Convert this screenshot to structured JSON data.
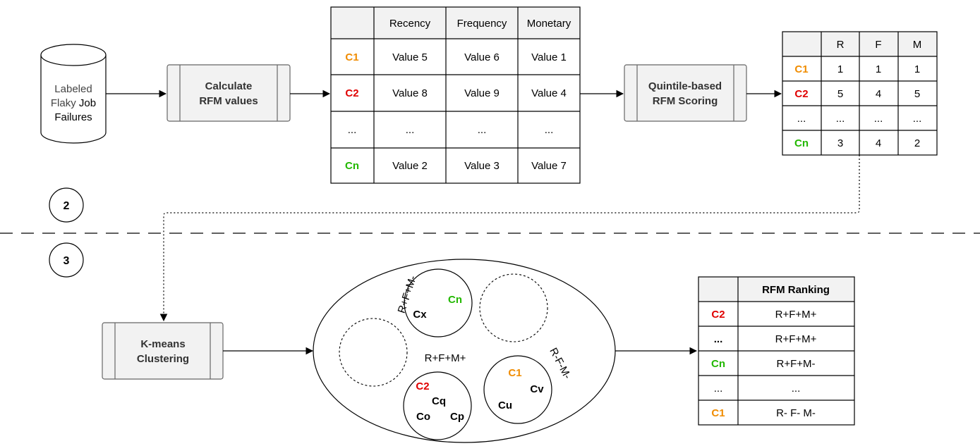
{
  "database": {
    "line1": "Labeled",
    "line2_a": "Flaky",
    "line2_b": "Job",
    "line3": "Failures"
  },
  "process_calc": {
    "line1": "Calculate",
    "line2": "RFM values"
  },
  "process_score": {
    "line1": "Quintile-based",
    "line2": "RFM Scoring"
  },
  "process_kmeans": {
    "line1": "K-means",
    "line2": "Clustering"
  },
  "step_2": "2",
  "step_3": "3",
  "rfm_values_table": {
    "headers": [
      "",
      "Recency",
      "Frequency",
      "Monetary"
    ],
    "rows": [
      [
        "C1",
        "Value 5",
        "Value 6",
        "Value 1"
      ],
      [
        "C2",
        "Value 8",
        "Value 9",
        "Value 4"
      ],
      [
        "...",
        "...",
        "...",
        "..."
      ],
      [
        "Cn",
        "Value 2",
        "Value 3",
        "Value 7"
      ]
    ]
  },
  "rfm_scores_table": {
    "headers": [
      "",
      "R",
      "F",
      "M"
    ],
    "rows": [
      [
        "C1",
        "1",
        "1",
        "1"
      ],
      [
        "C2",
        "5",
        "4",
        "5"
      ],
      [
        "...",
        "...",
        "...",
        "..."
      ],
      [
        "Cn",
        "3",
        "4",
        "2"
      ]
    ]
  },
  "clusters": {
    "top_label": "R+F+M-",
    "top_items": [
      "Cn",
      "Cx"
    ],
    "middle_label": "R+F+M+",
    "left_items": [
      "C2",
      "Cq",
      "Co",
      "Cp"
    ],
    "right_label": "R-F-M-",
    "right_items": [
      "C1",
      "Cv",
      "Cu"
    ]
  },
  "ranking_table": {
    "header": "RFM Ranking",
    "rows": [
      [
        "C2",
        "R+F+M+"
      ],
      [
        "...",
        "R+F+M+"
      ],
      [
        "Cn",
        "R+F+M-"
      ],
      [
        "...",
        "..."
      ],
      [
        "C1",
        "R- F- M-"
      ]
    ]
  },
  "colors": {
    "c1": "#f08c00",
    "c2": "#e00000",
    "cn": "#22b800",
    "process_fill": "#f2f2f2",
    "stroke": "#000000"
  }
}
